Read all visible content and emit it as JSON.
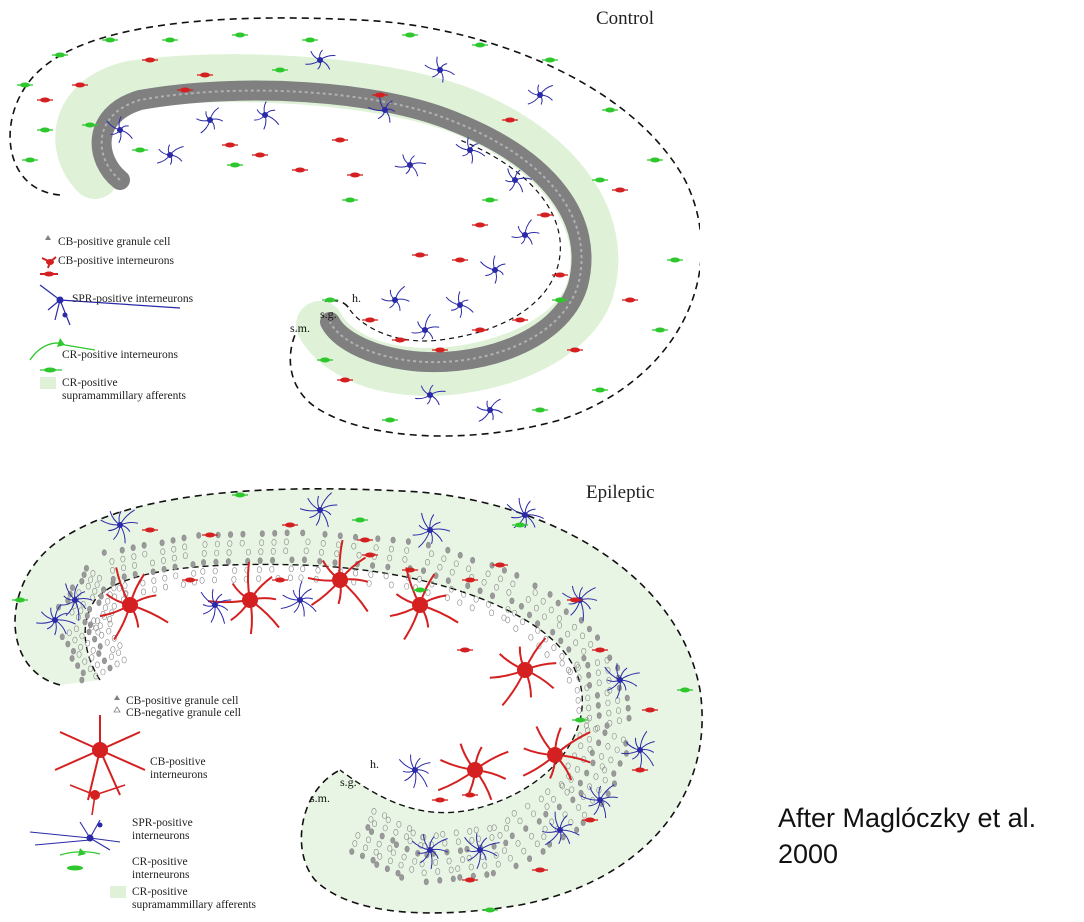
{
  "control": {
    "title": "Control",
    "regions": {
      "hilus": "h.",
      "granular": "s.g.",
      "molecular": "s.m."
    },
    "legend": [
      {
        "kind": "cb-granule",
        "label": "CB-positive granule cell"
      },
      {
        "kind": "cb-interneuron",
        "label": "CB-positive interneurons"
      },
      {
        "kind": "spr-interneuron",
        "label": "SPR-positive interneurons"
      },
      {
        "kind": "cr-interneuron",
        "label": "CR-positive interneurons"
      },
      {
        "kind": "cr-afferents",
        "label": "CR-positive",
        "label2": "supramammillary afferents"
      }
    ]
  },
  "epileptic": {
    "title": "Epileptic",
    "regions": {
      "hilus": "h.",
      "granular": "s.g.",
      "molecular": "s.m."
    },
    "legend": [
      {
        "kind": "cb-granule",
        "label": "CB-positive granule cell"
      },
      {
        "kind": "cb-negative-granule",
        "label": "CB-negative granule cell"
      },
      {
        "kind": "cb-interneuron",
        "label": "CB-positive",
        "label2": "interneurons"
      },
      {
        "kind": "spr-interneuron",
        "label": "SPR-positive",
        "label2": "interneurons"
      },
      {
        "kind": "cr-interneuron",
        "label": "CR-positive",
        "label2": "interneurons"
      },
      {
        "kind": "cr-afferents",
        "label": "CR-positive",
        "label2": "supramammillary afferents"
      }
    ]
  },
  "credit": {
    "line1": "After Maglóczky et al.",
    "line2": "2000"
  },
  "colors": {
    "cb": "#d42020",
    "spr": "#2a2aa8",
    "cr": "#2ec82e",
    "afferent": "#dff2d8",
    "granule": "#808080",
    "outline": "#111111"
  }
}
